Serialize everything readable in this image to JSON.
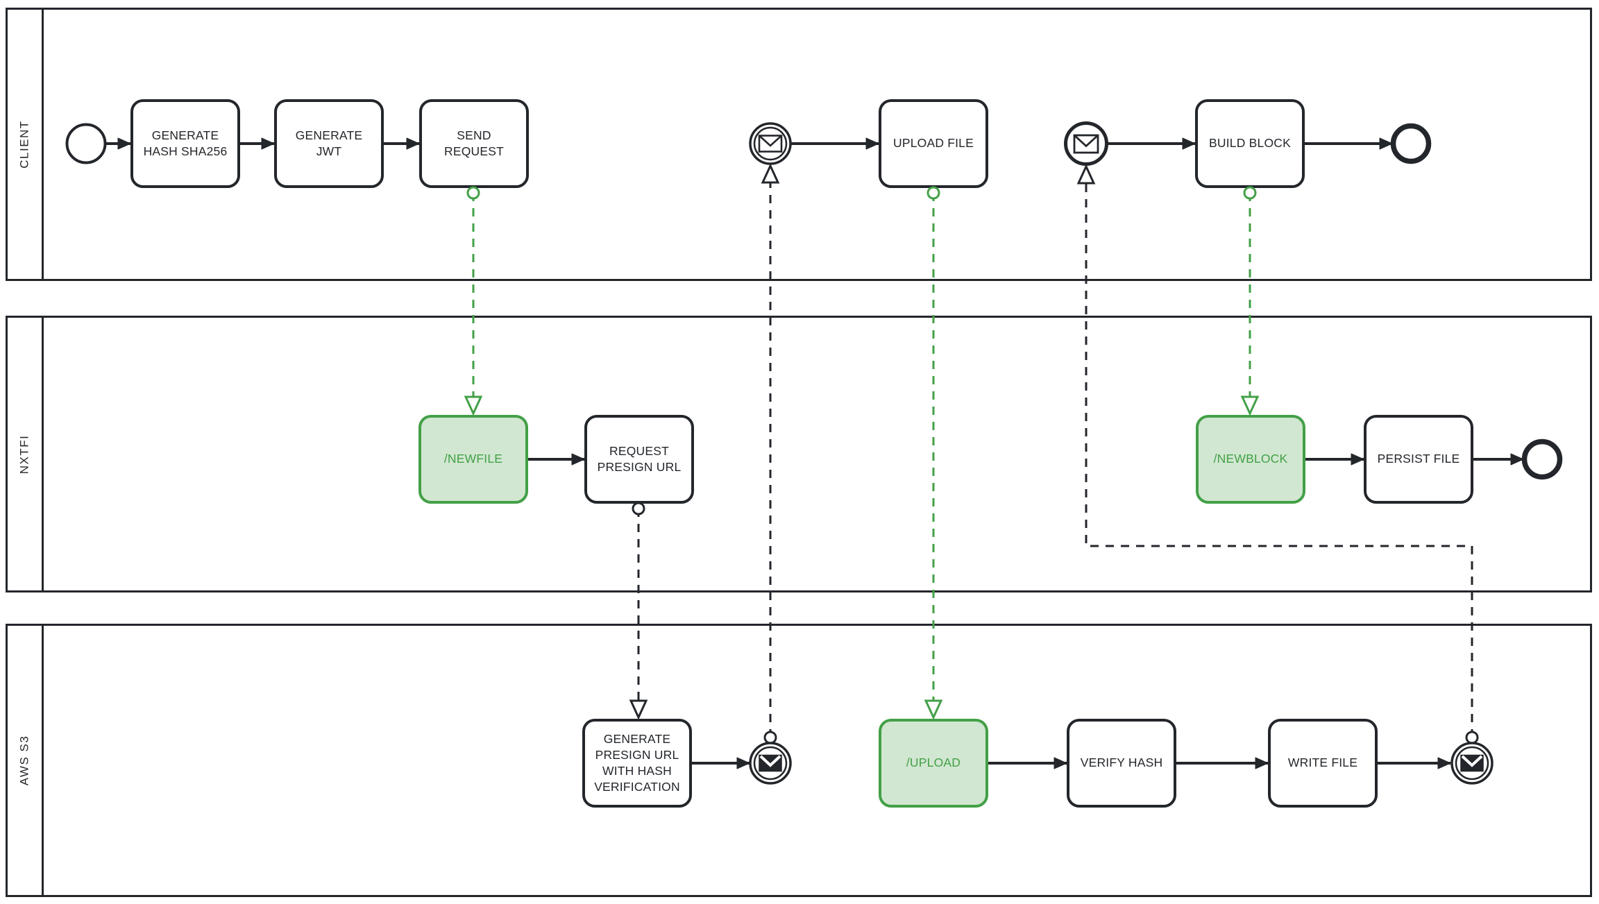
{
  "diagram": {
    "kind": "BPMN swimlane diagram",
    "colors": {
      "line": "#23262b",
      "accent_green": "#43a047",
      "accent_green_fill": "#d1e7d1",
      "background": "#ffffff"
    }
  },
  "lanes": [
    {
      "label": "CLIENT"
    },
    {
      "label": "NXTFI"
    },
    {
      "label": "AWS S3"
    }
  ],
  "client": {
    "generate_hash": "GENERATE HASH SHA256",
    "generate_jwt": "GENERATE JWT",
    "send_request": "SEND REQUEST",
    "upload_file": "UPLOAD FILE",
    "build_block": "BUILD BLOCK"
  },
  "nxtfi": {
    "newfile": "/NEWFILE",
    "request_presign": "REQUEST PRESIGN URL",
    "newblock": "/NEWBLOCK",
    "persist_file": "PERSIST FILE"
  },
  "aws_s3": {
    "generate_presign": "GENERATE PRESIGN URL WITH HASH VERIFICATION",
    "upload": "/UPLOAD",
    "verify_hash": "VERIFY HASH",
    "write_file": "WRITE FILE"
  }
}
